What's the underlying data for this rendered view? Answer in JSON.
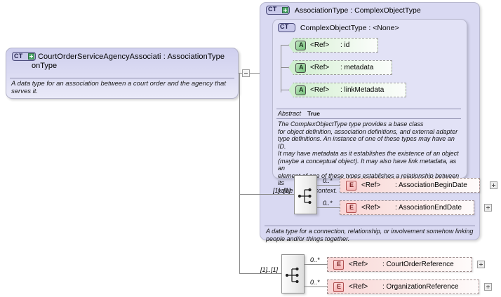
{
  "root": {
    "icon": "complextype-expandable-icon",
    "icon_label": "CT",
    "title": "CourtOrderServiceAgencyAssociati : AssociationType",
    "title_line2": "onType",
    "documentation": "A data type for an association between a court order and the agency that serves it."
  },
  "outer_panel": {
    "icon_label": "CT",
    "title": "AssociationType : ComplexObjectType",
    "documentation": "A data type for a connection, relationship, or involvement somehow linking people and/or things together."
  },
  "inner_panel": {
    "icon_label": "CT",
    "title": "ComplexObjectType : <None>",
    "abstract_key": "Abstract",
    "abstract_value": "True",
    "documentation_lines": [
      "The ComplexObjectType type provides a base class",
      "for object definition, association definitions, and external adapter",
      "type definitions. An instance of one of these types may have an ID.",
      "It may have metadata as it establishes the existence of an object",
      "(maybe a conceptual object). It may also have link metadata, as an",
      "element of one of these types establishes a relationship between its",
      "value and its context."
    ]
  },
  "attributes": [
    {
      "icon_label": "A",
      "ref": "<Ref>",
      "name": ": id",
      "width": 128
    },
    {
      "icon_label": "A",
      "ref": "<Ref>",
      "name": ": metadata",
      "width": 148
    },
    {
      "icon_label": "A",
      "ref": "<Ref>",
      "name": ": linkMetadata",
      "width": 168
    }
  ],
  "inner_sequence": {
    "cardinality": "[1]..[1]",
    "icon": "sequence-compositor-icon",
    "children": [
      {
        "occurrence": "0..*",
        "icon_label": "E",
        "ref": "<Ref>",
        "name": ": AssociationBeginDate"
      },
      {
        "occurrence": "0..*",
        "icon_label": "E",
        "ref": "<Ref>",
        "name": ": AssociationEndDate"
      }
    ]
  },
  "outer_sequence": {
    "cardinality": "[1]..[1]",
    "icon": "sequence-compositor-icon",
    "children": [
      {
        "occurrence": "0..*",
        "icon_label": "E",
        "ref": "<Ref>",
        "name": ": CourtOrderReference"
      },
      {
        "occurrence": "0..*",
        "icon_label": "E",
        "ref": "<Ref>",
        "name": ": OrganizationReference"
      }
    ]
  },
  "colors": {
    "outer_panel_bg": "#d9d9f2",
    "inner_panel_bg": "#e2e2f6",
    "attribute_bg": "#ccedcc",
    "element_bg": "#f9d6d6",
    "connector": "#8a8a8a"
  }
}
